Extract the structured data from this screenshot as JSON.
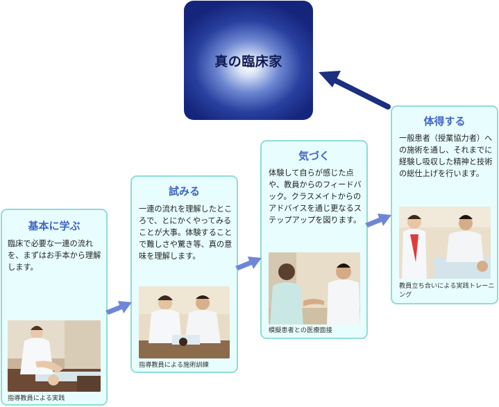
{
  "goal": {
    "title": "真の臨床家"
  },
  "steps": [
    {
      "title": "基本に学ぶ",
      "description": "臨床で必要な一連の流れを、まずはお手本から理解します。",
      "photo_caption": "指導教員による実践"
    },
    {
      "title": "試みる",
      "description": "一連の流れを理解したところで、とにかくやってみることが大事。体験することで難しさや驚き等、真の意味を理解します。",
      "photo_caption": "指導教員による施術訓練"
    },
    {
      "title": "気づく",
      "description": "体験して自らが感じた点や、教員からのフィードバック。クラスメイトからのアドバイスを通じ更なるステップアップを図ります。",
      "photo_caption": "模擬患者との医療面接"
    },
    {
      "title": "体得する",
      "description": "一般患者（授業協力者）への施術を通し、それまでに経験し吸収した精神と技術の総仕上げを行います。",
      "photo_caption": "教員立ち合いによる実践トレーニング"
    }
  ],
  "colors": {
    "card_border": "#8fdcd6",
    "card_bg": "#e8fdfd",
    "title": "#3f66c6",
    "arrow": "#6f86d8",
    "goal_dark": "#15257c"
  }
}
